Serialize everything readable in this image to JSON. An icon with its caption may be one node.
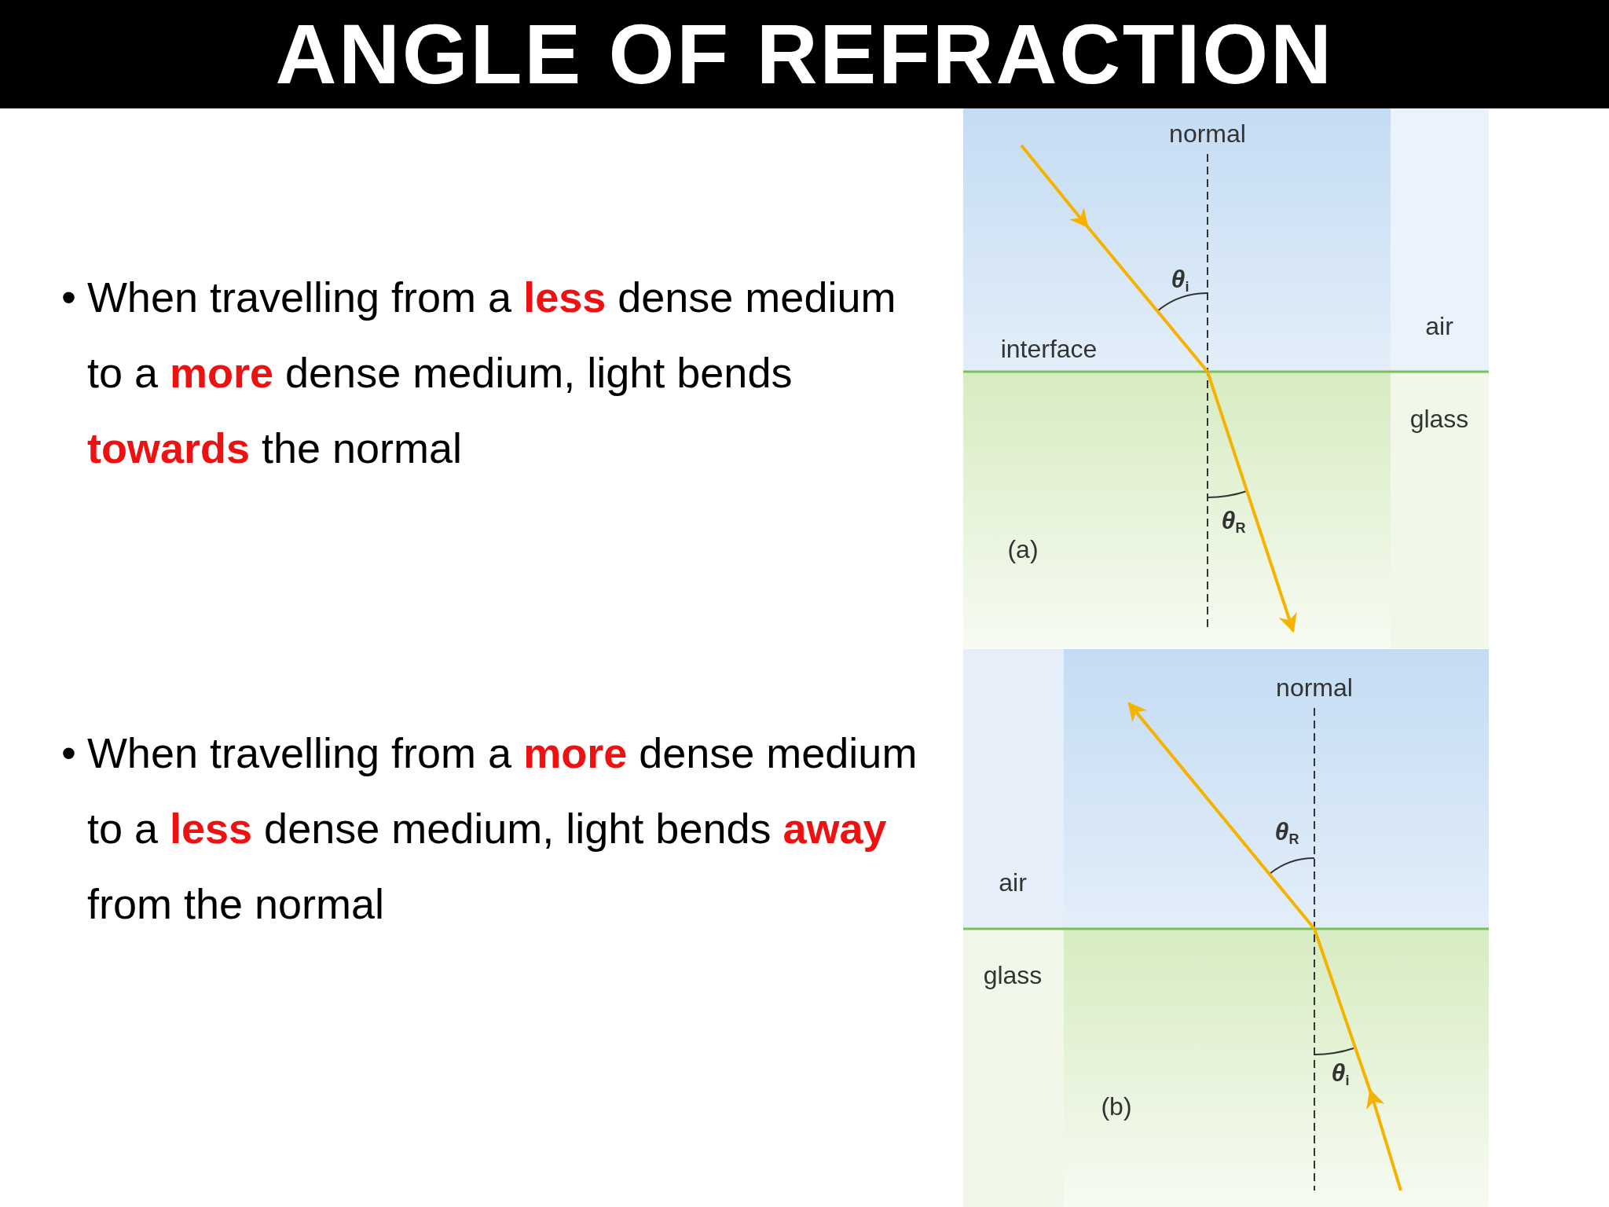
{
  "diagram": {
    "title": "ANGLE OF REFRACTION",
    "labels": [
      "•",
      "When travelling from a **less** dense medium to a **more** dense medium, light bends **towards** the normal",
      "•",
      "When travelling from a **more** dense medium to a **less** dense medium, light bends **away** from the normal",
      "normal",
      "θ$_{i}$",
      "interface",
      "air",
      "glass",
      "θ$_{R}$",
      "(a)",
      "normal",
      "θ$_{R}$",
      "air",
      "glass",
      "θ$_{i}$",
      "(b)"
    ]
  }
}
